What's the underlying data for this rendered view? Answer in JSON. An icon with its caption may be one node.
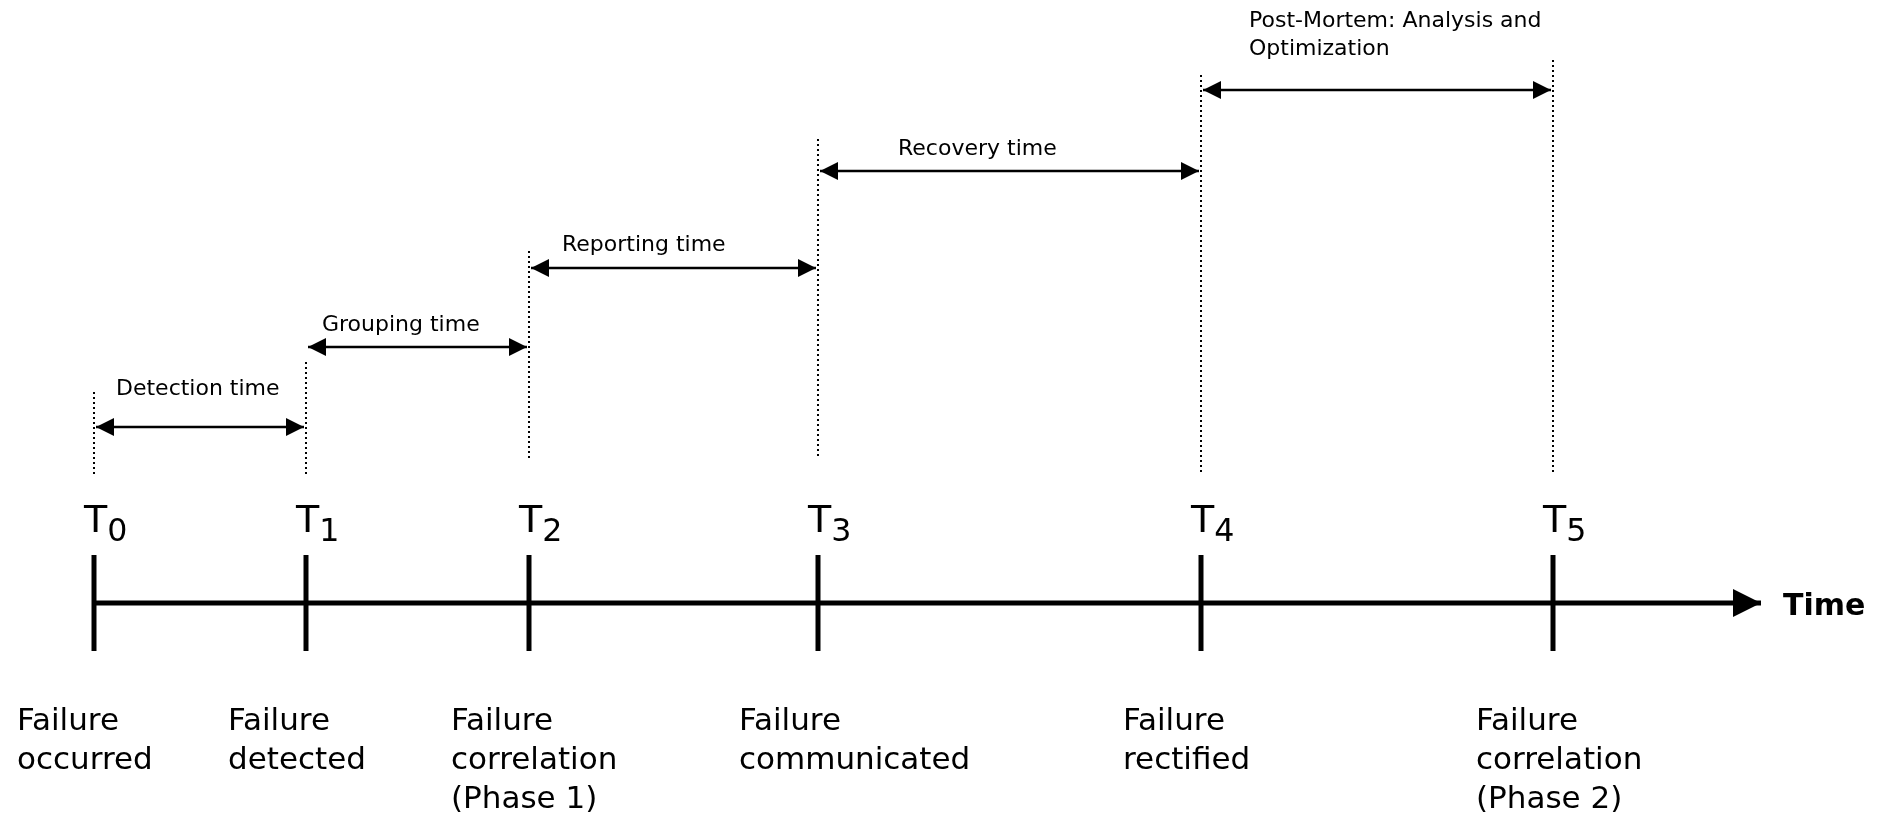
{
  "diagram": {
    "labels": [
      "Post-Mortem: Analysis and Optimization",
      "Recovery time",
      "Reporting time",
      "Grouping time",
      "Detection time",
      "T$_{0}$",
      "T$_{1}$",
      "T$_{2}$",
      "T$_{3}$",
      "T$_{4}$",
      "T$_{5}$",
      "Time",
      "Failure occurred",
      "Failure detected",
      "Failure correlation (Phase 1)",
      "Failure communicated",
      "Failure rectified",
      "Failure correlation (Phase 2)"
    ]
  }
}
